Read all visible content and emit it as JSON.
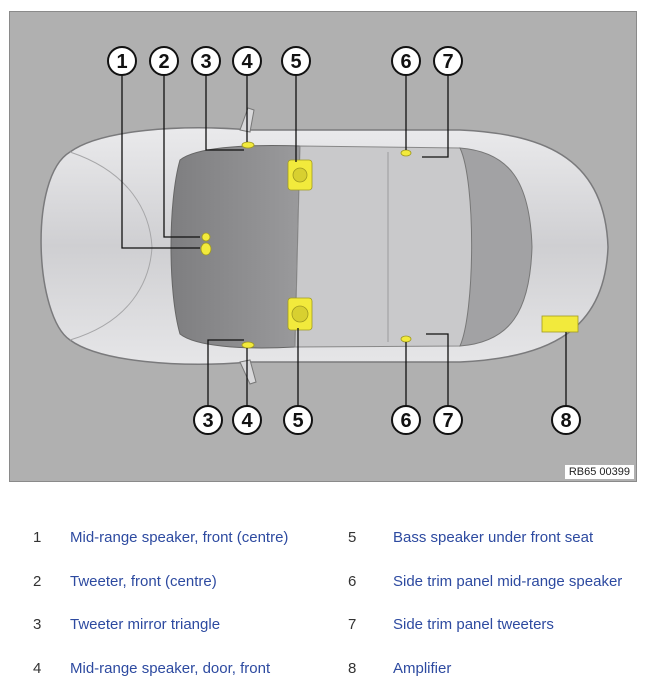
{
  "figure": {
    "reference_code": "RB65 00399",
    "callouts_top": [
      "1",
      "2",
      "3",
      "4",
      "5",
      "6",
      "7"
    ],
    "callouts_bottom": [
      "3",
      "4",
      "5",
      "6",
      "7",
      "8"
    ]
  },
  "legend": {
    "items": [
      {
        "number": "1",
        "label": "Mid-range speaker, front (centre)"
      },
      {
        "number": "2",
        "label": "Tweeter, front (centre)"
      },
      {
        "number": "3",
        "label": "Tweeter mirror triangle"
      },
      {
        "number": "4",
        "label": "Mid-range speaker, door, front"
      },
      {
        "number": "5",
        "label": "Bass speaker under front seat"
      },
      {
        "number": "6",
        "label": "Side trim panel mid-range speaker"
      },
      {
        "number": "7",
        "label": "Side trim panel tweeters"
      },
      {
        "number": "8",
        "label": "Amplifier"
      }
    ]
  },
  "colors": {
    "background": "#b0b0b0",
    "car_body": "#d4d4d6",
    "glass": "#8d8d8f",
    "speaker_highlight": "#f2ea3c",
    "label_text": "#2d4aa0"
  }
}
